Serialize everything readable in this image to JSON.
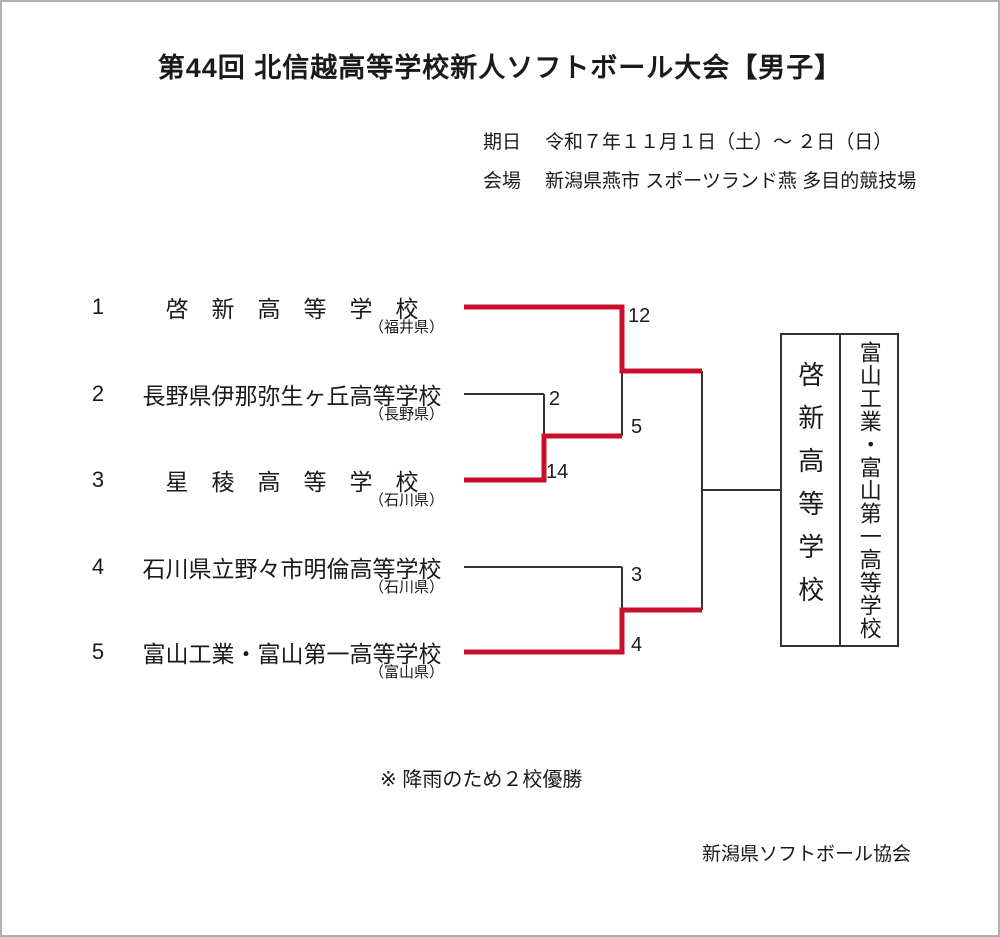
{
  "colors": {
    "winner_line": "#c8102e",
    "bracket_line": "#333333"
  },
  "page": {
    "title": "第44回 北信越高等学校新人ソフトボール大会【男子】",
    "info": {
      "date_label": "期日",
      "date_value": "令和７年１１月１日（土）～ ２日（日）",
      "venue_label": "会場",
      "venue_value": "新潟県燕市 スポーツランド燕 多目的競技場"
    },
    "footnote": "※ 降雨のため２校優勝",
    "organization": "新潟県ソフトボール協会"
  },
  "bracket": {
    "teams": [
      {
        "seed": "1",
        "name": "啓　新　高　等　学　校",
        "prefecture": "（福井県）"
      },
      {
        "seed": "2",
        "name": "長野県伊那弥生ヶ丘高等学校",
        "prefecture": "（長野県）"
      },
      {
        "seed": "3",
        "name": "星　稜　高　等　学　校",
        "prefecture": "（石川県）"
      },
      {
        "seed": "4",
        "name": "石川県立野々市明倫高等学校",
        "prefecture": "（石川県）"
      },
      {
        "seed": "5",
        "name": "富山工業・富山第一高等学校",
        "prefecture": "（富山県）"
      }
    ],
    "matches": [
      {
        "id": "first-round",
        "a_seed": "2",
        "a_score": "2",
        "b_seed": "3",
        "b_score": "14"
      },
      {
        "id": "semifinal-1",
        "a_seed": "1",
        "a_score": "12",
        "b_seed": "3",
        "b_score": "5"
      },
      {
        "id": "semifinal-2",
        "a_seed": "4",
        "a_score": "3",
        "b_seed": "5",
        "b_score": "4"
      }
    ],
    "champions": {
      "left": "啓新高等学校",
      "right": "富山工業・富山第一高等学校"
    }
  }
}
